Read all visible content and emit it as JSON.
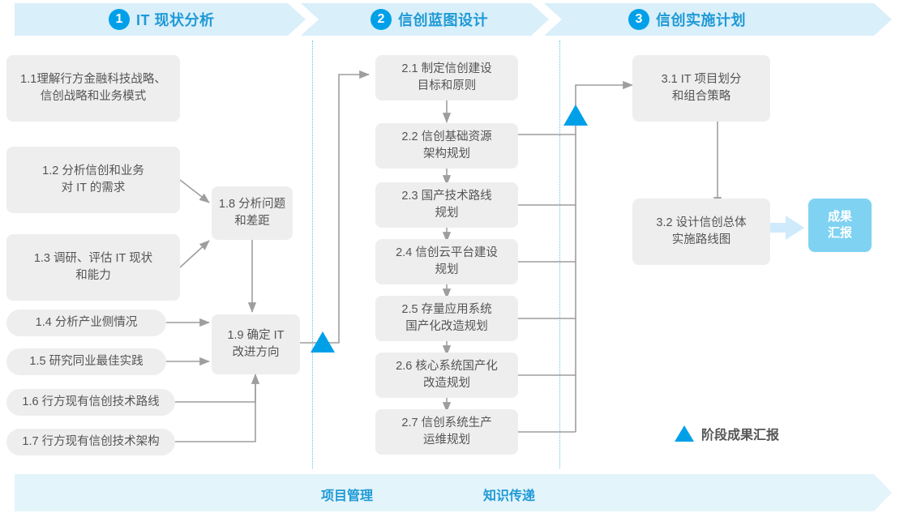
{
  "phases": [
    {
      "num": "1",
      "title": "IT 现状分析"
    },
    {
      "num": "2",
      "title": "信创蓝图设计"
    },
    {
      "num": "3",
      "title": "信创实施计划"
    }
  ],
  "phase1_boxes": [
    {
      "id": "1.1",
      "text": "1.1理解行方金融科技战略、\n信创战略和业务模式"
    },
    {
      "id": "1.2",
      "text": "1.2 分析信创和业务\n对 IT 的需求"
    },
    {
      "id": "1.3",
      "text": "1.3 调研、评估 IT 现状\n和能力"
    },
    {
      "id": "1.4",
      "text": "1.4 分析产业侧情况"
    },
    {
      "id": "1.5",
      "text": "1.5 研究同业最佳实践"
    },
    {
      "id": "1.6",
      "text": "1.6 行方现有信创技术路线"
    },
    {
      "id": "1.7",
      "text": "1.7 行方现有信创技术架构"
    },
    {
      "id": "1.8",
      "text": "1.8 分析问题\n和差距"
    },
    {
      "id": "1.9",
      "text": "1.9 确定 IT\n改进方向"
    }
  ],
  "phase2_boxes": [
    {
      "id": "2.1",
      "text": "2.1 制定信创建设\n目标和原则"
    },
    {
      "id": "2.2",
      "text": "2.2 信创基础资源\n架构规划"
    },
    {
      "id": "2.3",
      "text": "2.3 国产技术路线\n规划"
    },
    {
      "id": "2.4",
      "text": "2.4 信创云平台建设\n规划"
    },
    {
      "id": "2.5",
      "text": "2.5 存量应用系统\n国产化改造规划"
    },
    {
      "id": "2.6",
      "text": "2.6 核心系统国产化\n改造规划"
    },
    {
      "id": "2.7",
      "text": "2.7 信创系统生产\n运维规划"
    }
  ],
  "phase3_boxes": [
    {
      "id": "3.1",
      "text": "3.1 IT 项目划分\n和组合策略"
    },
    {
      "id": "3.2",
      "text": "3.2 设计信创总体\n实施路线图"
    }
  ],
  "result": {
    "text": "成果\n汇报"
  },
  "legend": {
    "label": "阶段成果汇报",
    "marker": "triangle-milestone"
  },
  "bottom_labels": [
    {
      "text": "项目管理"
    },
    {
      "text": "知识传递"
    }
  ],
  "colors": {
    "brand_blue": "#00a0e9",
    "title_blue": "#1f9ad6",
    "band_light": "#d9effa",
    "band_bottom": "#e3f4fb",
    "box_gray": "#eeeeee",
    "text_gray": "#555555",
    "result_blue": "#7fd2f2",
    "wire_gray": "#9e9e9e",
    "lane_dot": "#5ec6ea"
  }
}
